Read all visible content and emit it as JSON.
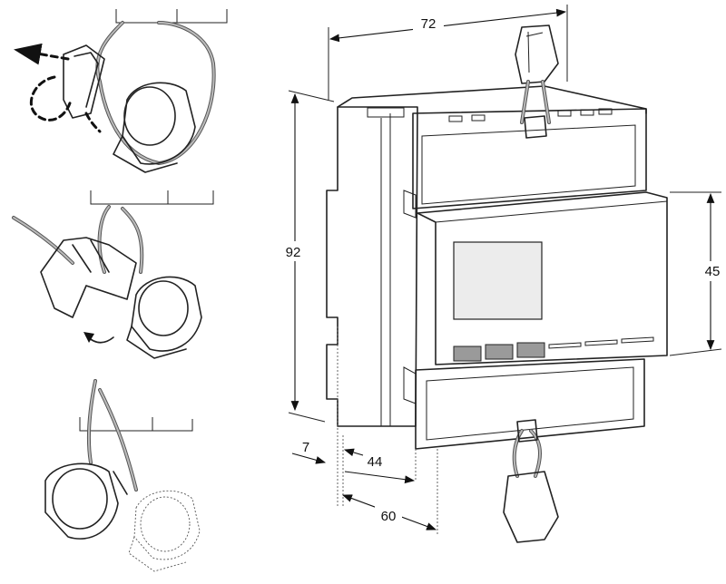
{
  "dimensions": {
    "width": "72",
    "height": "92",
    "front_height": "45",
    "rail_offset": "7",
    "depth_front": "44",
    "depth_total": "60"
  },
  "colors": {
    "line": "#222222",
    "button": "#9a9a9a",
    "display": "#ececec",
    "wire": "#555555"
  }
}
